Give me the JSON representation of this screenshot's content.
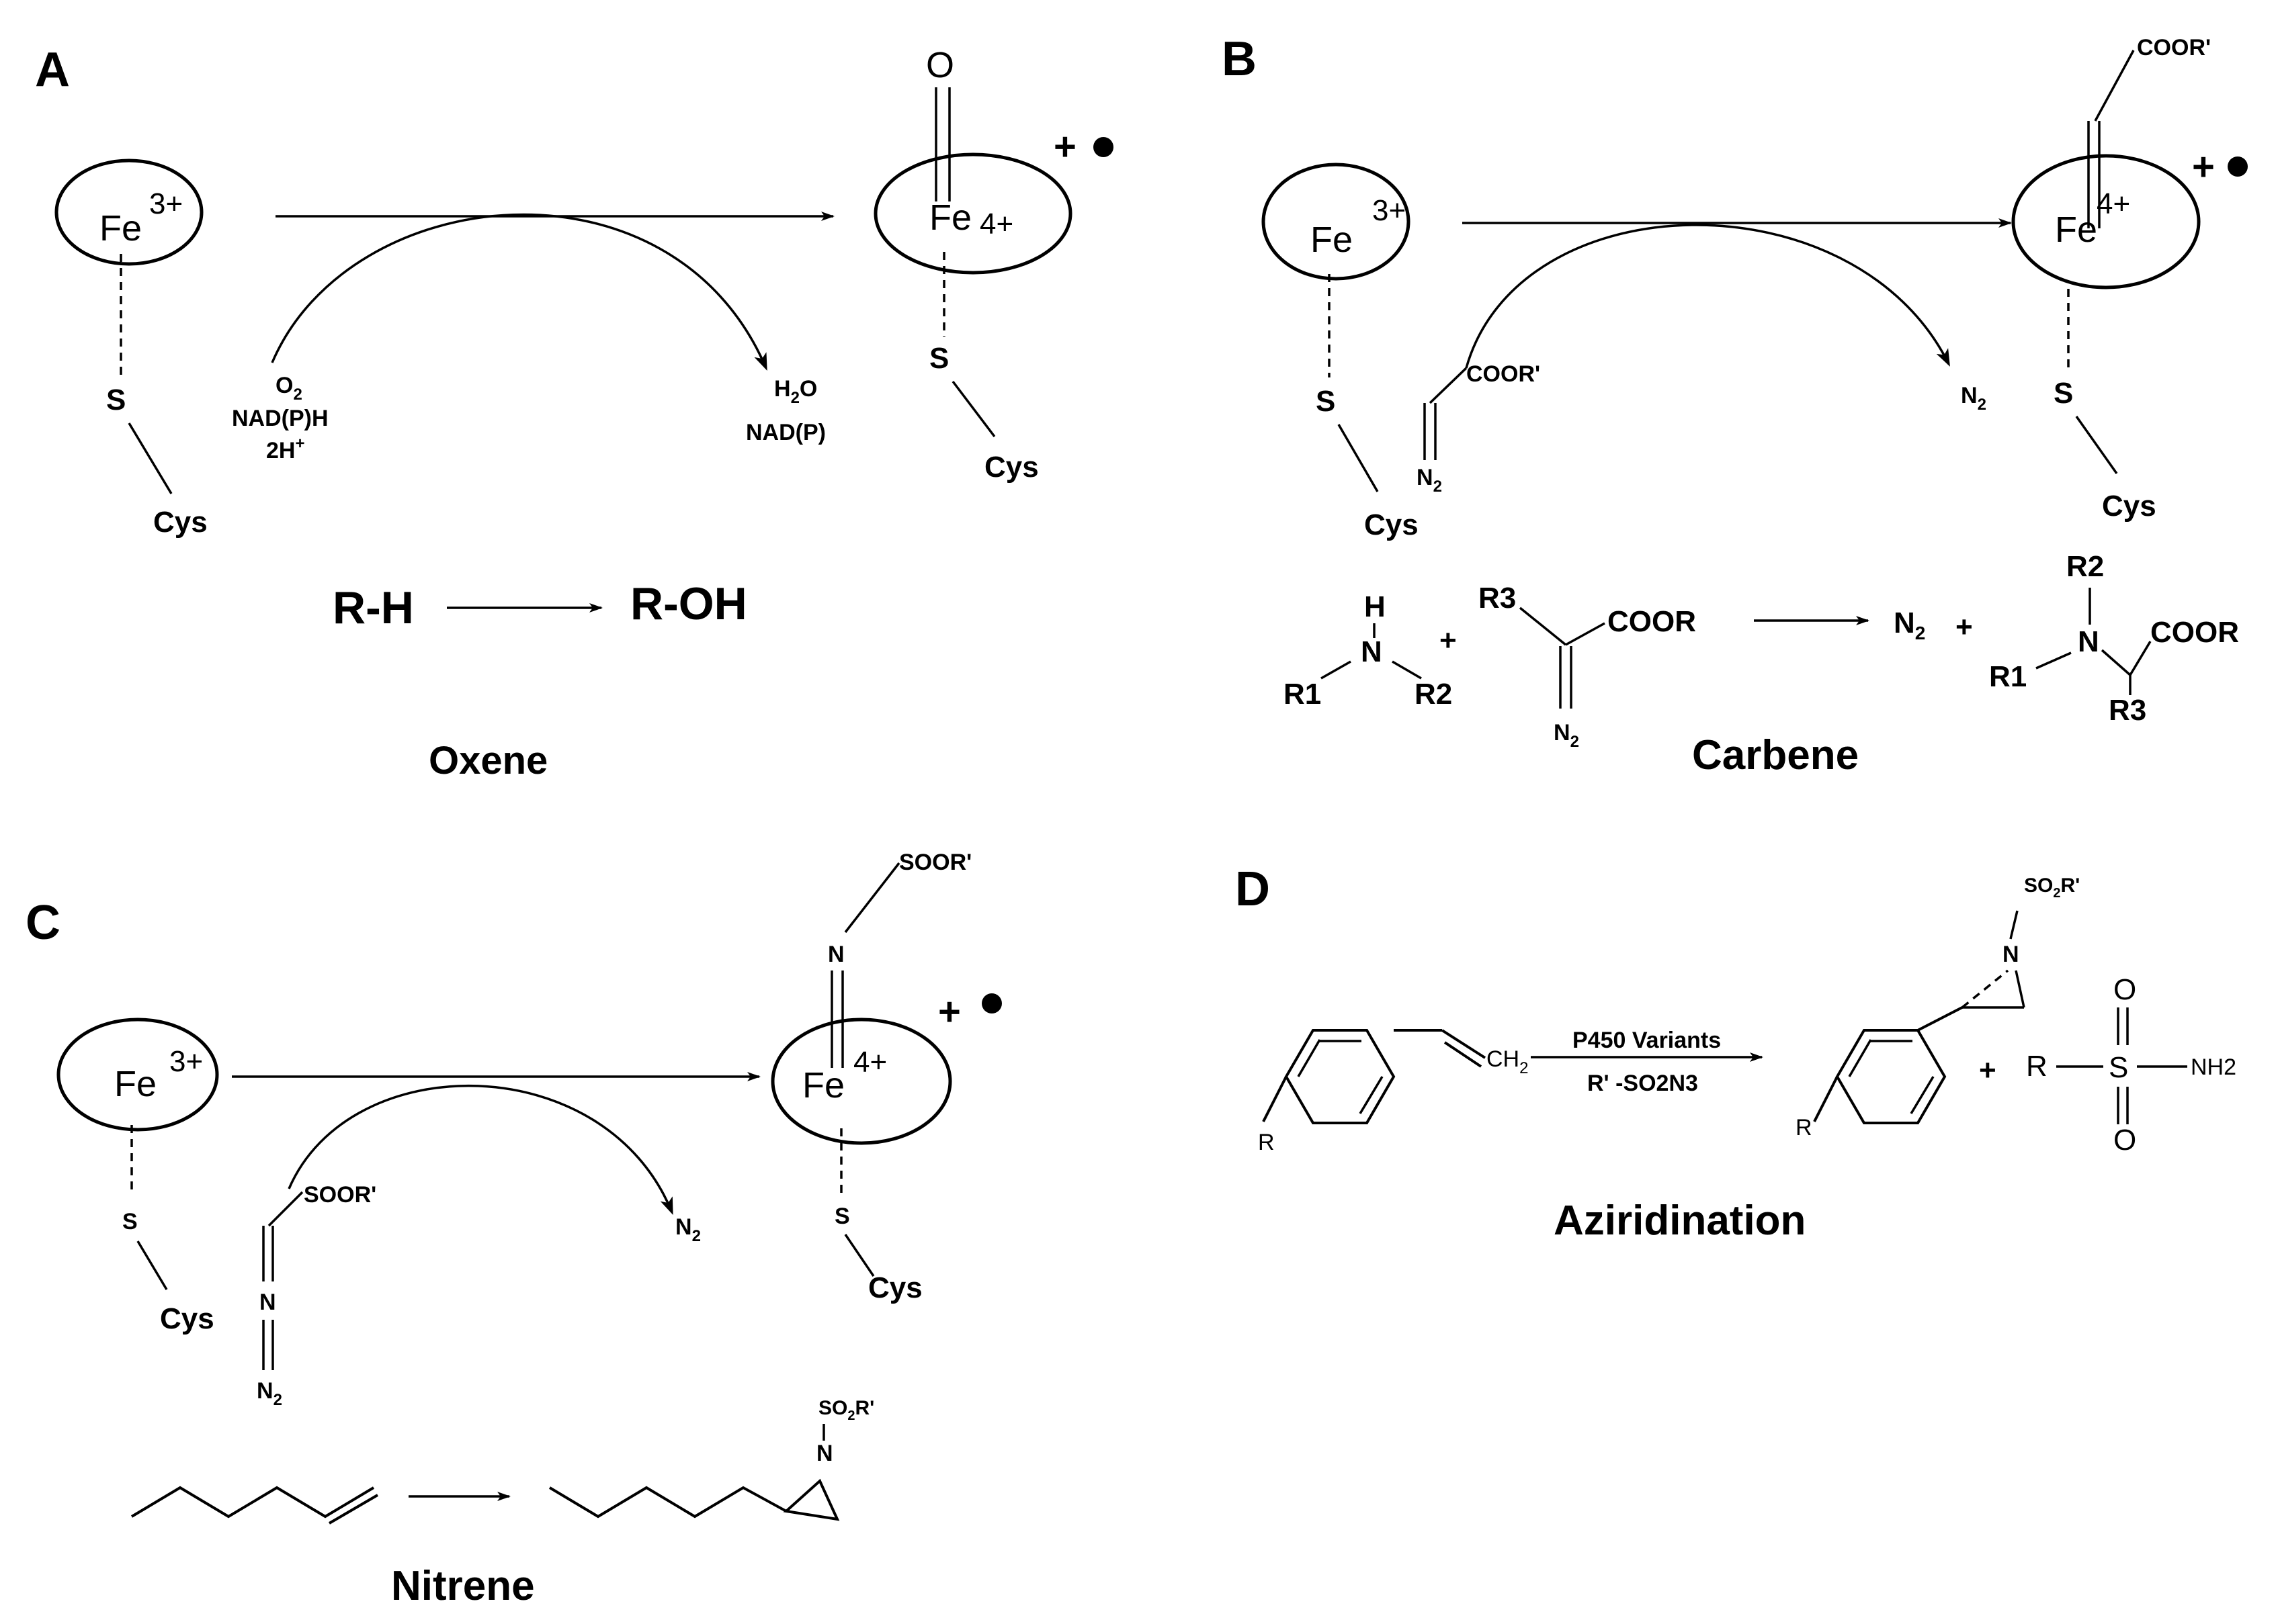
{
  "panels": {
    "A": {
      "label": "A",
      "fe_start": "Fe",
      "fe_start_charge": "3+",
      "fe_end": "Fe",
      "fe_end_charge": "4+",
      "oxo": "O",
      "radical": "+",
      "s_start": "S",
      "cys_start": "Cys",
      "s_end": "S",
      "cys_end": "Cys",
      "reagent_1": "O",
      "reagent_1_sub": "2",
      "reagent_2": "NAD(P)H",
      "reagent_3": "2H",
      "reagent_3_sup": "+",
      "product_1": "H",
      "product_1_sub": "2",
      "product_1_tail": "O",
      "product_2": "NAD(P)",
      "reaction_left": "R-H",
      "reaction_right": "R-OH",
      "caption": "Oxene"
    },
    "B": {
      "label": "B",
      "fe_start": "Fe",
      "fe_start_charge": "3+",
      "fe_end": "Fe",
      "fe_end_charge": "4+",
      "carbene_group": "COOR'",
      "radical": "+",
      "s_start": "S",
      "cys_start": "Cys",
      "s_end": "S",
      "cys_end": "Cys",
      "diazo_group": "COOR'",
      "diazo_n": "N",
      "diazo_n_sub": "2",
      "byproduct": "N",
      "byproduct_sub": "2",
      "amine_h": "H",
      "amine_n": "N",
      "amine_r1": "R1",
      "amine_r2": "R2",
      "plus": "+",
      "ester_r3": "R3",
      "ester_group": "COOR",
      "ester_n": "N",
      "ester_n_sub": "2",
      "prod_n2": "N",
      "prod_n2_sub": "2",
      "prod_r2": "R2",
      "prod_n": "N",
      "prod_r1": "R1",
      "prod_r3": "R3",
      "prod_group": "COOR",
      "caption": "Carbene"
    },
    "C": {
      "label": "C",
      "fe_start": "Fe",
      "fe_start_charge": "3+",
      "fe_end": "Fe",
      "fe_end_charge": "4+",
      "nitrene_group": "SOOR'",
      "nitrene_n": "N",
      "radical": "+",
      "s_start": "S",
      "cys_start": "Cys",
      "s_end": "S",
      "cys_end": "Cys",
      "azide_group": "SOOR'",
      "azide_n": "N",
      "azide_n2": "N",
      "azide_n2_sub": "2",
      "byproduct": "N",
      "byproduct_sub": "2",
      "aziridine_sub": "SO",
      "aziridine_sub_2": "2",
      "aziridine_sub_tail": "R'",
      "aziridine_n": "N",
      "caption": "Nitrene"
    },
    "D": {
      "label": "D",
      "styrene_r": "R",
      "ch2": "CH",
      "ch2_sub": "2",
      "catalyst": "P450 Variants",
      "reagent": "R' -SO2N3",
      "aziridine_sub": "SO",
      "aziridine_sub_2": "2",
      "aziridine_sub_tail": "R'",
      "aziridine_n": "N",
      "product_r": "R",
      "plus": "+",
      "sulfonamide_r": "R",
      "sulfonamide_s": "S",
      "sulfonamide_o_top": "O",
      "sulfonamide_o_bottom": "O",
      "sulfonamide_nh2": "NH2",
      "caption": "Aziridination"
    }
  }
}
